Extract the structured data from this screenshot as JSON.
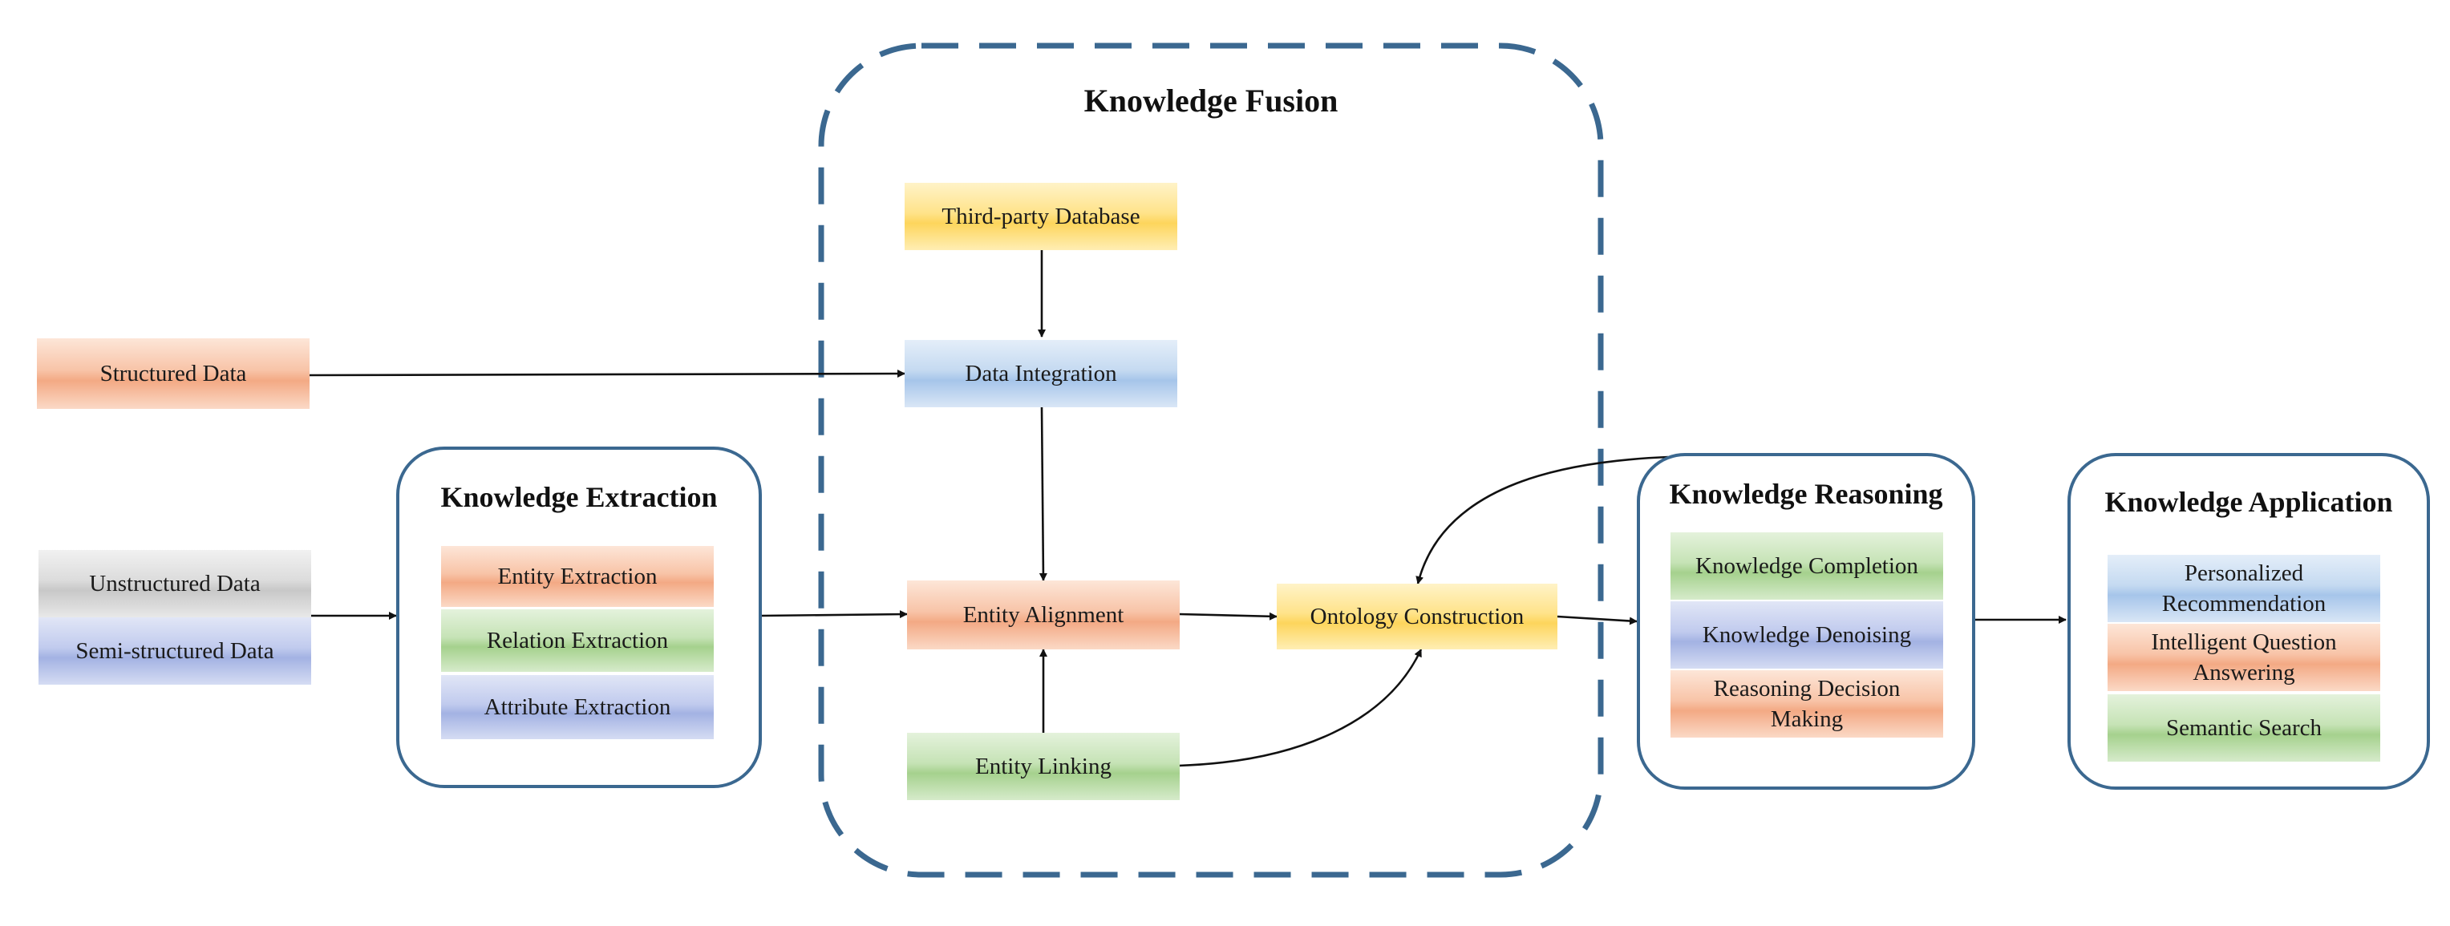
{
  "fusion": {
    "title": "Knowledge Fusion"
  },
  "extraction": {
    "title": "Knowledge Extraction",
    "items": [
      "Entity Extraction",
      "Relation Extraction",
      "Attribute Extraction"
    ]
  },
  "reasoning": {
    "title": "Knowledge Reasoning",
    "items": [
      "Knowledge Completion",
      "Knowledge Denoising",
      "Reasoning Decision Making"
    ]
  },
  "application": {
    "title": "Knowledge Application",
    "items": [
      "Personalized Recommendation",
      "Intelligent Question Answering",
      "Semantic Search"
    ]
  },
  "sources": {
    "structured": "Structured Data",
    "unstructured": "Unstructured Data",
    "semi_structured": "Semi-structured  Data"
  },
  "fusion_nodes": {
    "third_party": "Third-party Database",
    "integration": "Data Integration",
    "alignment": "Entity Alignment",
    "linking": "Entity Linking",
    "ontology": "Ontology Construction"
  },
  "colors": {
    "group_border": "#3b6890",
    "arrow": "#111111"
  }
}
